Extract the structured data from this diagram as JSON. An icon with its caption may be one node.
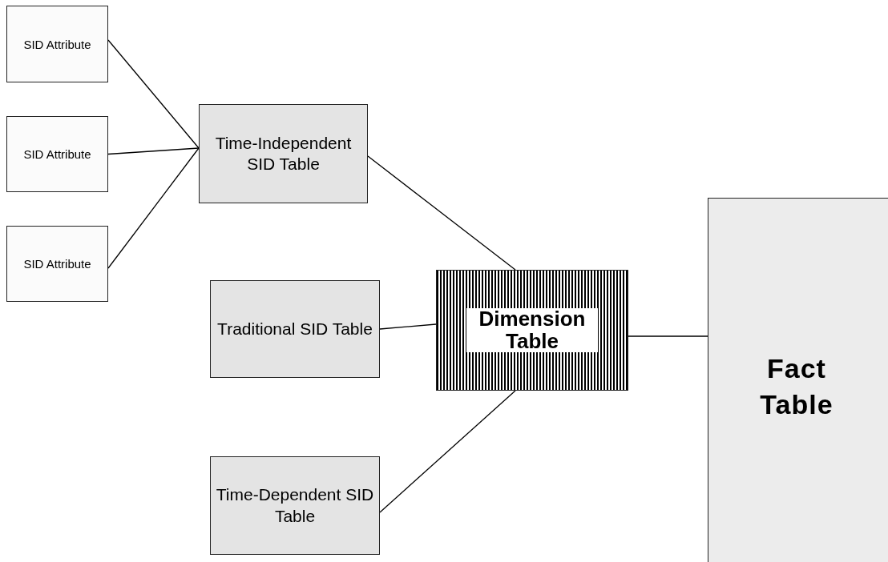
{
  "diagram": {
    "nodes": [
      {
        "text": [
          "SID Attribute"
        ]
      },
      {
        "text": [
          "SID Attribute"
        ]
      },
      {
        "text": [
          "SID Attribute"
        ]
      },
      {
        "text": [
          "Time-Independent SID Table"
        ]
      },
      {
        "text": [
          "Traditional SID Table"
        ]
      },
      {
        "text": [
          "Dimension Table"
        ]
      },
      {
        "text": [
          "Time-Dependent SID Table"
        ]
      },
      {
        "text": [
          "Fact Table"
        ]
      }
    ],
    "edges": [
      {
        "from": 0,
        "to": 3,
        "arrow": "none"
      },
      {
        "from": 1,
        "to": 3,
        "arrow": "none"
      },
      {
        "from": 2,
        "to": 3,
        "arrow": "none"
      },
      {
        "from": 3,
        "to": 5,
        "arrow": "none"
      },
      {
        "from": 4,
        "to": 5,
        "arrow": "none"
      },
      {
        "from": 6,
        "to": 5,
        "arrow": "none"
      },
      {
        "from": 5,
        "to": 7,
        "arrow": "none"
      }
    ]
  }
}
